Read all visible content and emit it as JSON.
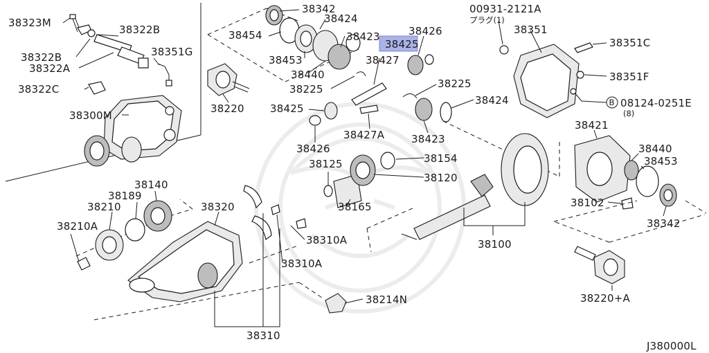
{
  "diagram_id": "J380000L",
  "highlight": {
    "part": "38425",
    "color": "#aab2e6"
  },
  "callouts": {
    "p38323M": "38323M",
    "p38322B_a": "38322B",
    "p38322B_b": "38322B",
    "p38322A": "38322A",
    "p38351G": "38351G",
    "p38322C": "38322C",
    "p38300M": "38300M",
    "p38342_top": "38342",
    "p38424_top": "38424",
    "p38454": "38454",
    "p38423_top": "38423",
    "p38426_top": "38426",
    "p38425_hl": "38425",
    "p38453_top": "38453",
    "p38427": "38427",
    "p38440_top": "38440",
    "p38225_a": "38225",
    "p38220": "38220",
    "p38225_b": "38225",
    "p38425_mid": "38425",
    "p38424_mid": "38424",
    "p38427A": "38427A",
    "p38423_mid": "38423",
    "p38426_mid": "38426",
    "p00931": "00931-2121A",
    "p_plug": "プラグ(1)",
    "p38351": "38351",
    "p38351C": "38351C",
    "p38351F": "38351F",
    "p08124_circle": "B",
    "p08124": "08124-0251E",
    "p08124_qty": "(8)",
    "p38421": "38421",
    "p38440_right": "38440",
    "p38453_right": "38453",
    "p38102": "38102",
    "p38342_right": "38342",
    "p38125": "38125",
    "p38154": "38154",
    "p38120": "38120",
    "p38165": "38165",
    "p38140": "38140",
    "p38189": "38189",
    "p38210": "38210",
    "p38210A": "38210A",
    "p38320": "38320",
    "p38310A_a": "38310A",
    "p38310A_b": "38310A",
    "p38214N": "38214N",
    "p38310": "38310",
    "p38100": "38100",
    "p38220A": "38220+A"
  }
}
